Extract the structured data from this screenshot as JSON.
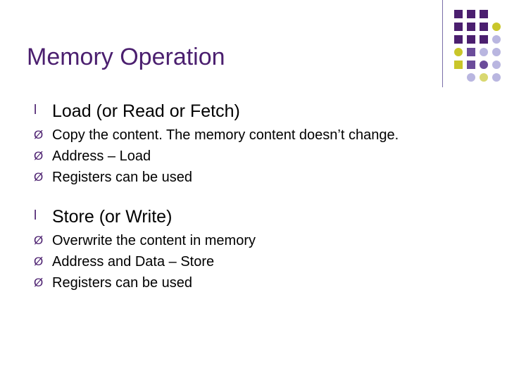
{
  "slide": {
    "title": "Memory Operation",
    "accent_color": "#4b1f6f",
    "decoration": {
      "name": "dot-grid",
      "colors": [
        "#4b1f6f",
        "#6b4c9a",
        "#c9c62a",
        "#d9d870",
        "#b9b6e0"
      ]
    },
    "content": [
      {
        "level": 1,
        "bullet": "l",
        "text": "Load (or Read or Fetch)"
      },
      {
        "level": 2,
        "bullet": "Ø",
        "text": "Copy the content. The memory content doesn’t change."
      },
      {
        "level": 2,
        "bullet": "Ø",
        "text": "Address – Load"
      },
      {
        "level": 2,
        "bullet": "Ø",
        "text": "Registers can be used"
      },
      {
        "level": 1,
        "bullet": "l",
        "text": "Store (or Write)"
      },
      {
        "level": 2,
        "bullet": "Ø",
        "text": "Overwrite the content in memory"
      },
      {
        "level": 2,
        "bullet": "Ø",
        "text": "Address and Data – Store"
      },
      {
        "level": 2,
        "bullet": "Ø",
        "text": "Registers can be used"
      }
    ]
  }
}
